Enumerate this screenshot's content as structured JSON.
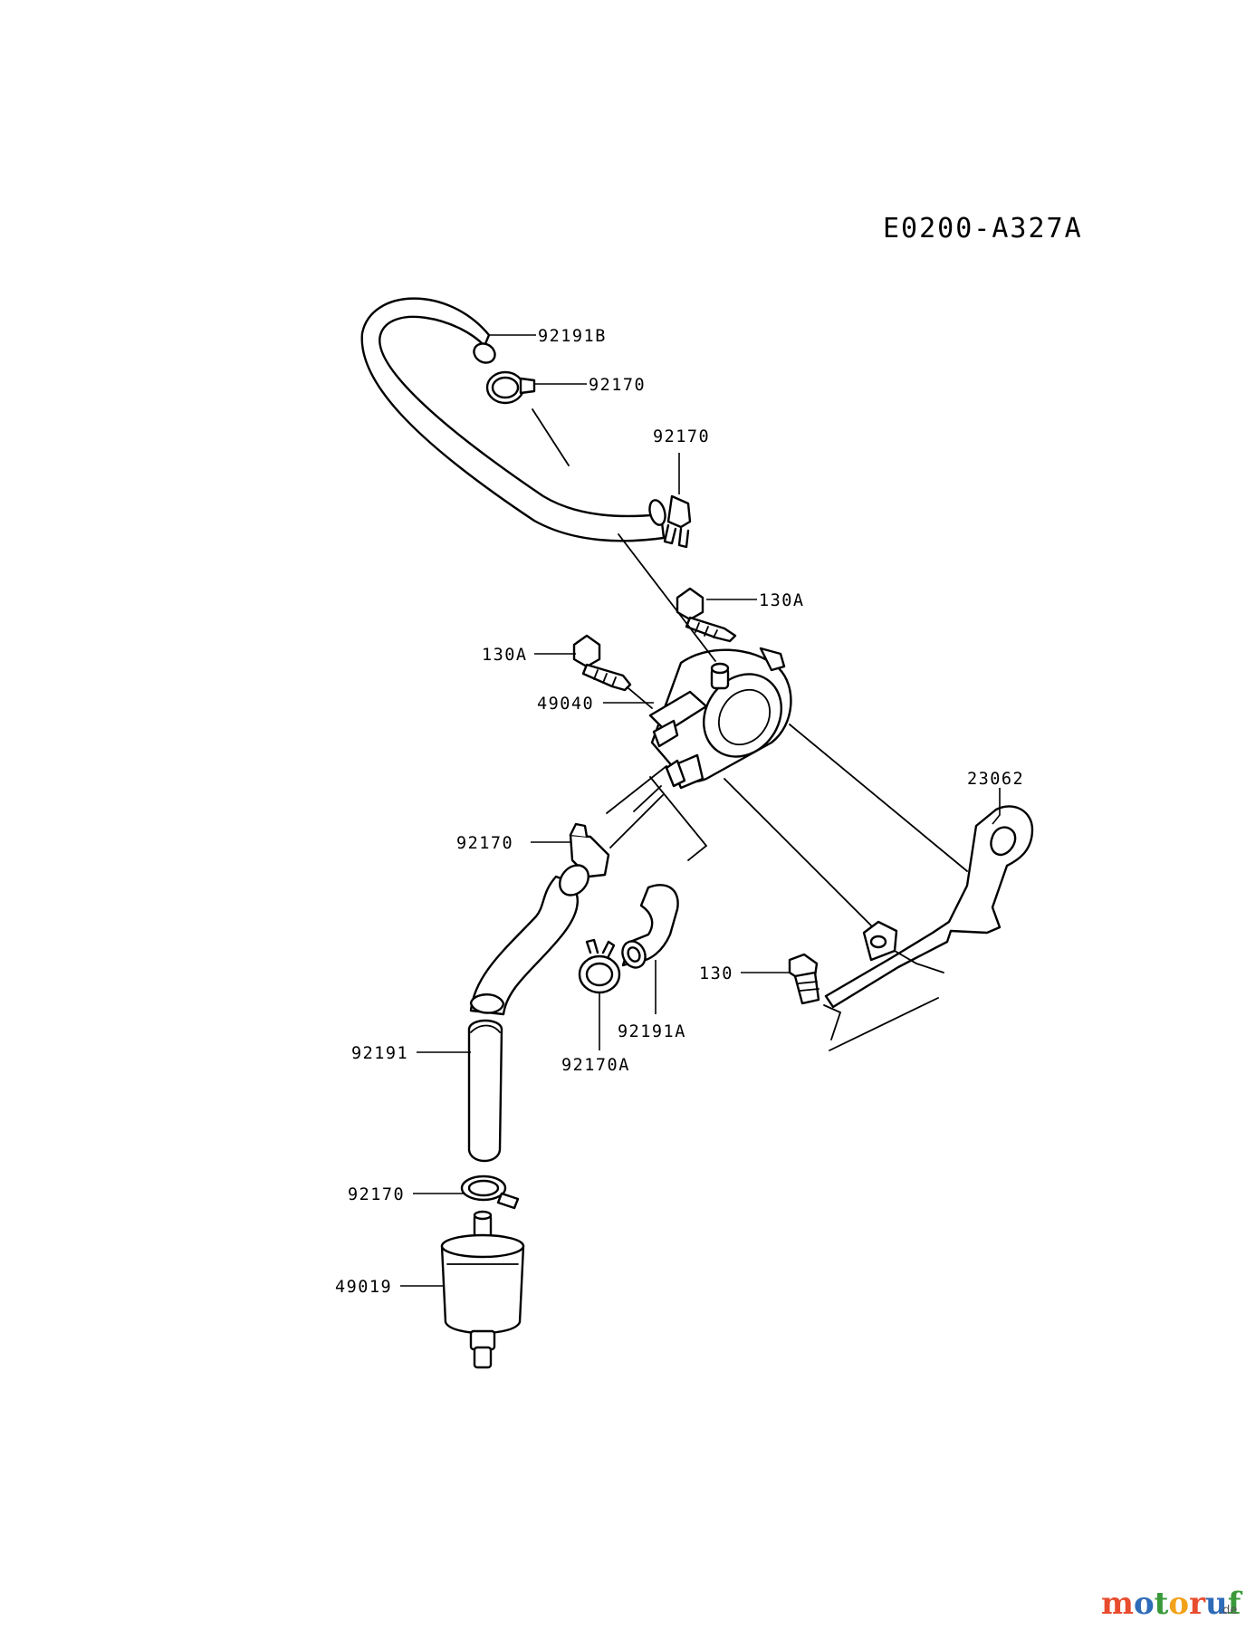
{
  "diagram": {
    "code": "E0200-A327A",
    "watermark": {
      "text_main": "motoruf",
      "text_suffix": ".de",
      "colors": [
        "#e84c2e",
        "#2e6bb8",
        "#3a9a3a",
        "#f2a21a"
      ]
    },
    "callouts": [
      {
        "id": "hose-top",
        "label": "92191B"
      },
      {
        "id": "clamp-top-a",
        "label": "92170"
      },
      {
        "id": "clamp-top-b",
        "label": "92170"
      },
      {
        "id": "bolt-right",
        "label": "130A"
      },
      {
        "id": "bolt-left",
        "label": "130A"
      },
      {
        "id": "fuel-pump",
        "label": "49040"
      },
      {
        "id": "bracket",
        "label": "23062"
      },
      {
        "id": "clamp-mid",
        "label": "92170"
      },
      {
        "id": "bolt-small",
        "label": "130"
      },
      {
        "id": "hose-short",
        "label": "92191A"
      },
      {
        "id": "clamp-small",
        "label": "92170A"
      },
      {
        "id": "hose-lower",
        "label": "92191"
      },
      {
        "id": "clamp-bottom",
        "label": "92170"
      },
      {
        "id": "fuel-filter",
        "label": "49019"
      }
    ]
  }
}
